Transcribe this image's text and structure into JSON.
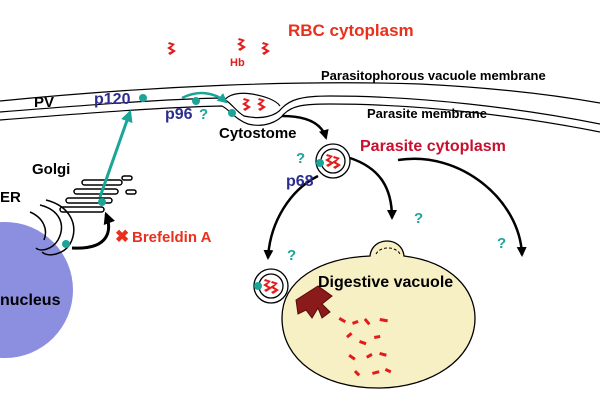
{
  "labels": {
    "rbc_cytoplasm": "RBC cytoplasm",
    "hb": "Hb",
    "pv_membrane": "Parasitophorous vacuole membrane",
    "parasite_membrane": "Parasite membrane",
    "parasite_cytoplasm": "Parasite cytoplasm",
    "pv": "PV",
    "p120": "p120",
    "p96": "p96",
    "p68": "p68",
    "cytostome": "Cytostome",
    "golgi": "Golgi",
    "er": "ER",
    "brefeldin": "Brefeldin A",
    "nucleus": "nucleus",
    "digestive_vacuole": "Digestive vacuole",
    "question": "?"
  },
  "colors": {
    "red_label": "#e8301c",
    "dark_red_label": "#c8102e",
    "protein_label": "#2b2e8c",
    "teal": "#1aa598",
    "hemoglobin": "#e21b1b",
    "nucleus": "#8c8fe0",
    "digestive_vacuole": "#f7f0c4",
    "hemozoin": "#8b1a1a"
  }
}
